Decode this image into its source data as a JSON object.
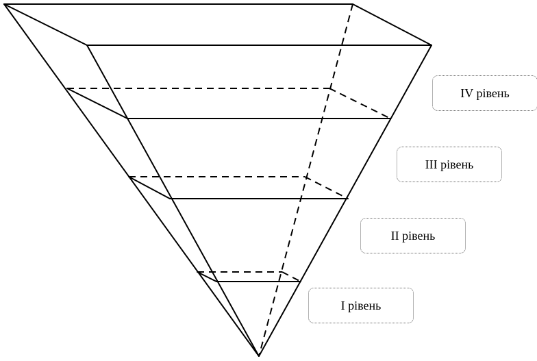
{
  "diagram": {
    "levels": [
      {
        "label": "IV рівень"
      },
      {
        "label": "III рівень"
      },
      {
        "label": "II рівень"
      },
      {
        "label": "I рівень"
      }
    ],
    "line_color": "#000000",
    "box_border_color": "#666666"
  }
}
